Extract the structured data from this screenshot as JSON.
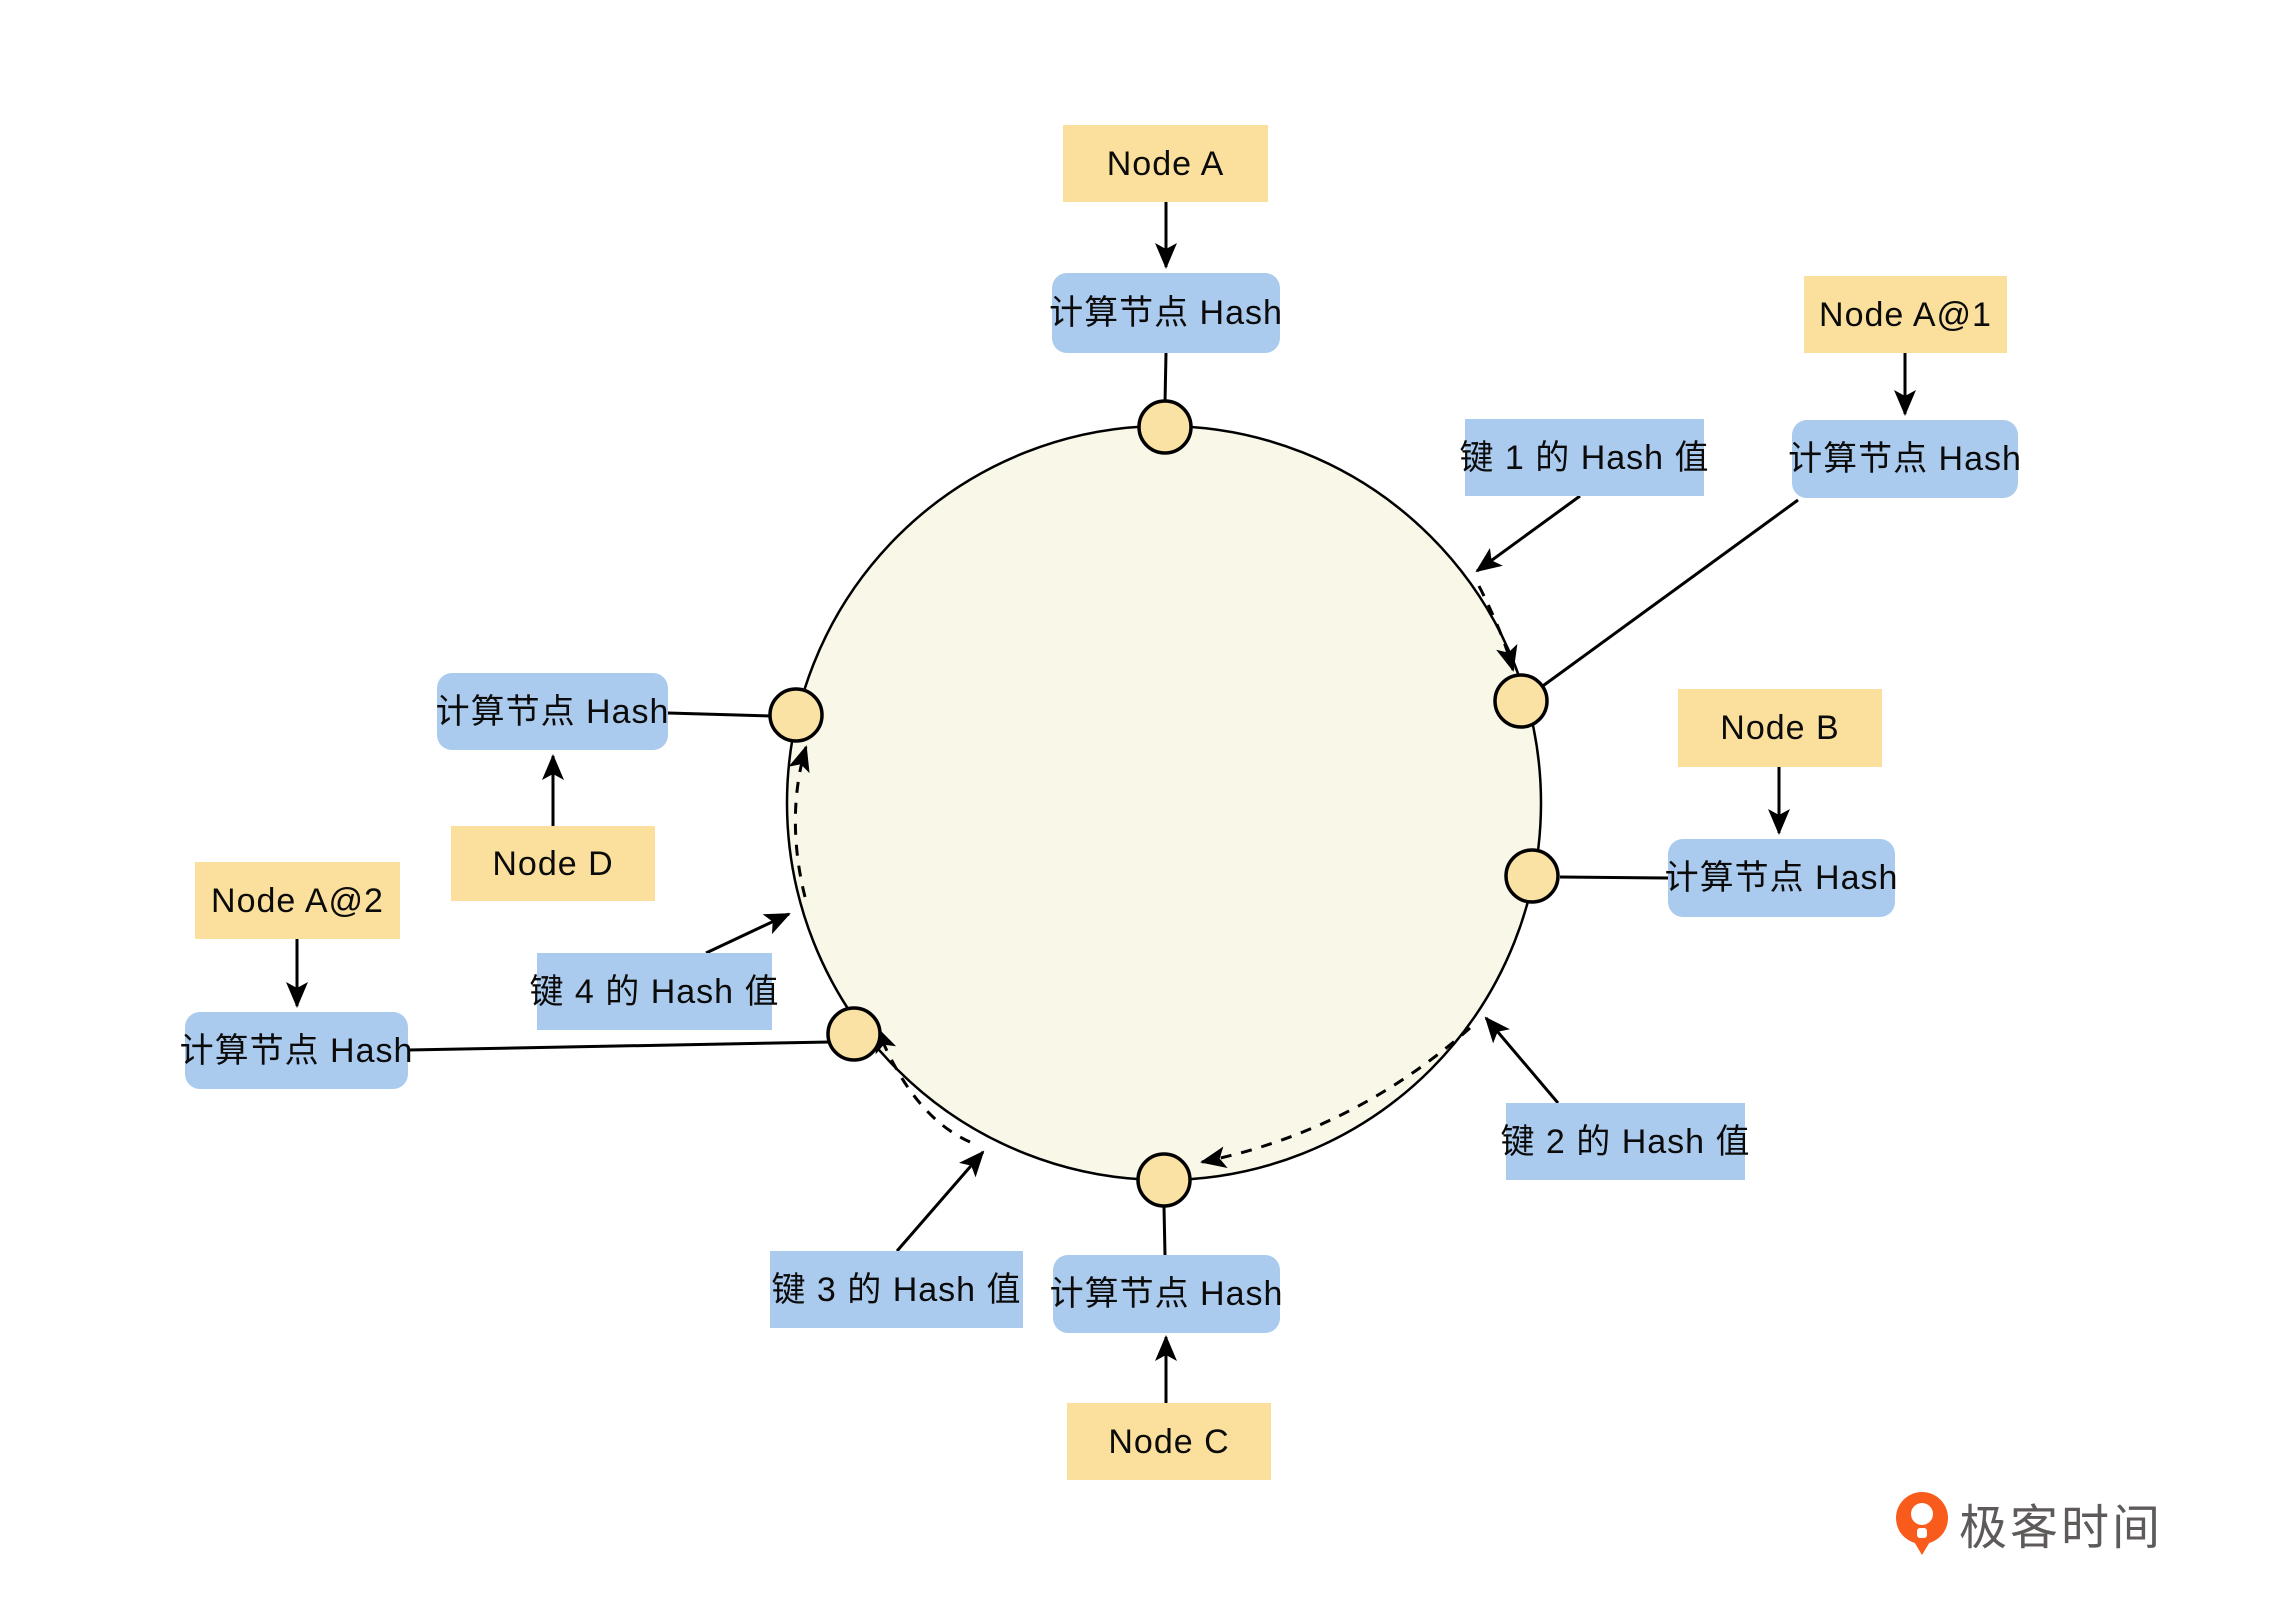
{
  "colors": {
    "yellow": "#fae09c",
    "blue": "#abcbee",
    "ring-fill": "#f9f7e8",
    "node-fill": "#f9e2a4",
    "stroke": "#000000",
    "logo-orange": "#f95b1d",
    "logo-text": "#5e5a5a",
    "bg": "#ffffff"
  },
  "boxes": {
    "node_a": "Node A",
    "node_a1": "Node A@1",
    "node_a2": "Node A@2",
    "node_b": "Node B",
    "node_c": "Node C",
    "node_d": "Node D",
    "hash_label": "计算节点 Hash",
    "key1": "键 1 的 Hash 值",
    "key2": "键 2 的 Hash 值",
    "key3": "键 3 的 Hash 值",
    "key4": "键 4 的 Hash 值"
  },
  "logo": {
    "text": "极客时间"
  }
}
